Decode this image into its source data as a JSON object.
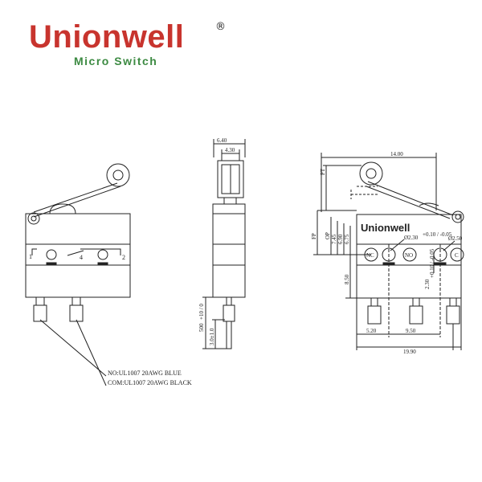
{
  "brand": {
    "name": "Unionwell",
    "registered": "®",
    "tagline": "Micro Switch",
    "color": "#c8342e",
    "tagline_color": "#3c8a42"
  },
  "front_view": {
    "terminal_left": "1",
    "terminal_mid": "4",
    "terminal_right": "2",
    "wire_note_no": "NO:UL1007 20AWG BLUE",
    "wire_note_com": "COM:UL1007 20AWG BLACK"
  },
  "side_view": {
    "dim_width": "6.40",
    "dim_roller": "4.30",
    "dim_wire_length": "500",
    "dim_wire_length_tol": "+10 / 0",
    "dim_strip": "3.0±1.0"
  },
  "right_view": {
    "label": "Unionwell",
    "dim_top": "14.00",
    "dim_pt": "PT",
    "dim_fp": "FP",
    "dim_op": "OP",
    "dim_745": "7.45",
    "dim_690": "6.90",
    "dim_675": "6.75",
    "dim_850": "8.50",
    "dim_hole1": "Ø2.30",
    "dim_hole1_tol": "+0.10 / -0.05",
    "dim_hole2": "Ø2.50",
    "dim_hole_spacing": "2.30",
    "dim_hole_spacing_tol": "+0.10 / -0.05",
    "dim_520": "5.20",
    "dim_950": "9.50",
    "dim_1990": "19.90",
    "term_nc": "NC",
    "term_no": "NO",
    "term_c": "C"
  }
}
